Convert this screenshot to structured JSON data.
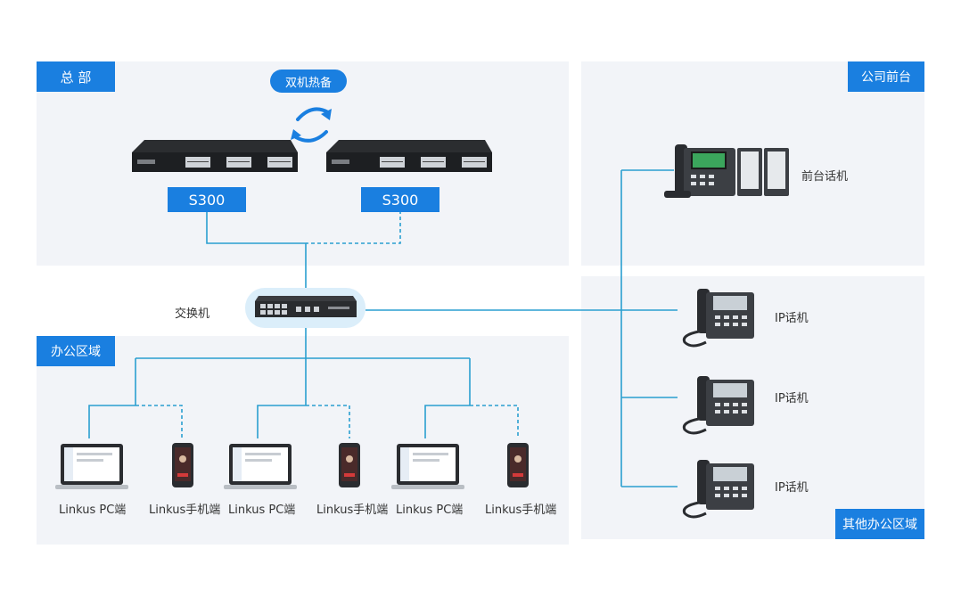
{
  "tags": {
    "hq": "总 部",
    "front_desk": "公司前台",
    "office": "办公区域",
    "other_office": "其他办公区域"
  },
  "ha_label": "双机热备",
  "s300_a": "S300",
  "s300_b": "S300",
  "switch_label": "交换机",
  "front_phone_label": "前台话机",
  "ip_phones": [
    "IP话机",
    "IP话机",
    "IP话机"
  ],
  "clients": [
    "Linkus PC端",
    "Linkus手机端",
    "Linkus PC端",
    "Linkus手机端",
    "Linkus PC端",
    "Linkus手机端"
  ],
  "colors": {
    "accent": "#1a7fe0",
    "line": "#2a9fd0",
    "panel": "#f2f4f8"
  }
}
